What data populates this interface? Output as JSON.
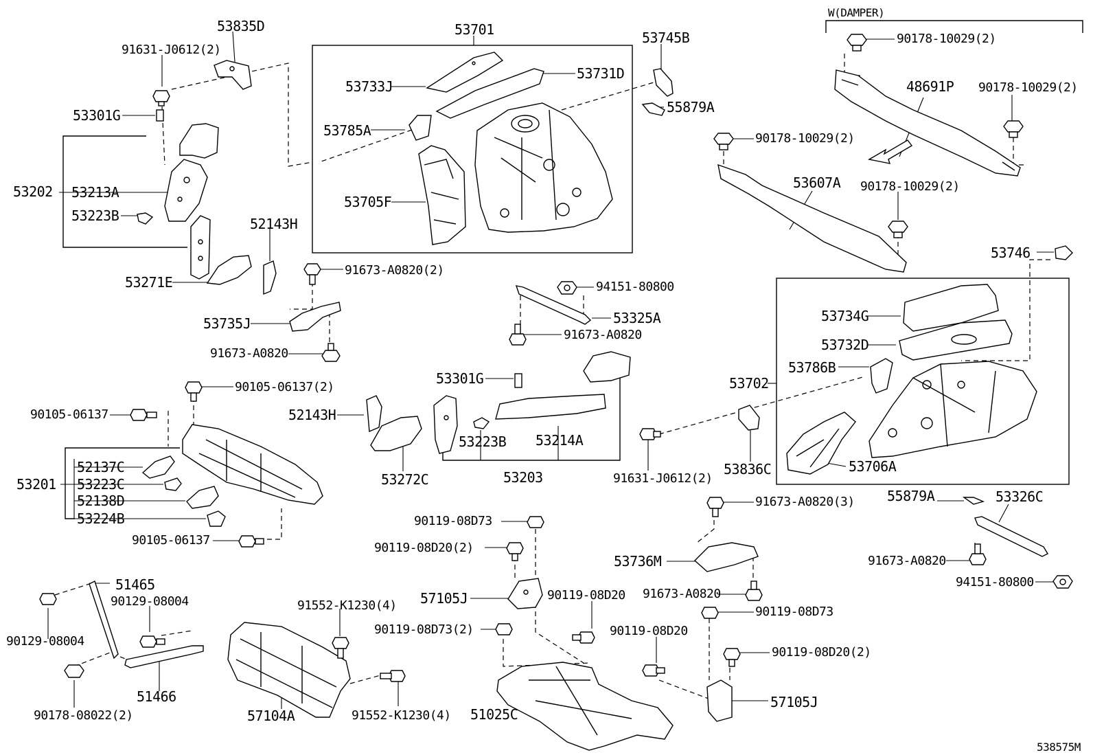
{
  "diagram_id": "538575M",
  "group_label": "W(DAMPER)",
  "labels": {
    "p53835D": "53835D",
    "p91631J0612_2_top": "91631-J0612(2)",
    "p53301G_top": "53301G",
    "p53202": "53202",
    "p53213A": "53213A",
    "p53223B_left": "53223B",
    "p53271E": "53271E",
    "p52143H_top": "52143H",
    "p53701": "53701",
    "p53733J": "53733J",
    "p53731D": "53731D",
    "p53785A": "53785A",
    "p53705F": "53705F",
    "p53745B": "53745B",
    "p55879A_top": "55879A",
    "p90178_a": "90178-10029(2)",
    "p48691P": "48691P",
    "p90178_b": "90178-10029(2)",
    "p90178_c": "90178-10029(2)",
    "p53607A": "53607A",
    "p90178_d": "90178-10029(2)",
    "p53746": "53746",
    "p91673A0820_2": "91673-A0820(2)",
    "p53735J": "53735J",
    "p91673A0820_a": "91673-A0820",
    "p94151_top": "94151-80800",
    "p53325A": "53325A",
    "p91673A0820_b": "91673-A0820",
    "p53734G": "53734G",
    "p53732D": "53732D",
    "p53786B": "53786B",
    "p53702": "53702",
    "p53706A": "53706A",
    "p90105_2": "90105-06137(2)",
    "p90105_a": "90105-06137",
    "p53201": "53201",
    "p52137C": "52137C",
    "p53223C": "53223C",
    "p52138D": "52138D",
    "p53224B": "53224B",
    "p90105_b": "90105-06137",
    "p53301G_mid": "53301G",
    "p52143H_mid": "52143H",
    "p53223B_mid": "53223B",
    "p53214A": "53214A",
    "p53272C": "53272C",
    "p53203": "53203",
    "p91631J0612_2_mid": "91631-J0612(2)",
    "p53836C": "53836C",
    "p55879A_right": "55879A",
    "p53326C": "53326C",
    "p91673A0820_3": "91673-A0820(3)",
    "p53736M": "53736M",
    "p91673A0820_c": "91673-A0820",
    "p91673A0820_d": "91673-A0820",
    "p94151_bottom": "94151-80800",
    "p90119_08D73_a": "90119-08D73",
    "p90119_08D20_2a": "90119-08D20(2)",
    "p57105J_left": "57105J",
    "p90119_08D20_a": "90119-08D20",
    "p90119_08D73_2": "90119-08D73(2)",
    "p90119_08D73_b": "90119-08D73",
    "p90119_08D20_b": "90119-08D20",
    "p90119_08D20_2b": "90119-08D20(2)",
    "p57105J_right": "57105J",
    "p51025C": "51025C",
    "p51465": "51465",
    "p90129_a": "90129-08004",
    "p90129_b": "90129-08004",
    "p51466": "51466",
    "p90178_08022": "90178-08022(2)",
    "p91552_a": "91552-K1230(4)",
    "p91552_b": "91552-K1230(4)",
    "p57104A": "57104A"
  }
}
